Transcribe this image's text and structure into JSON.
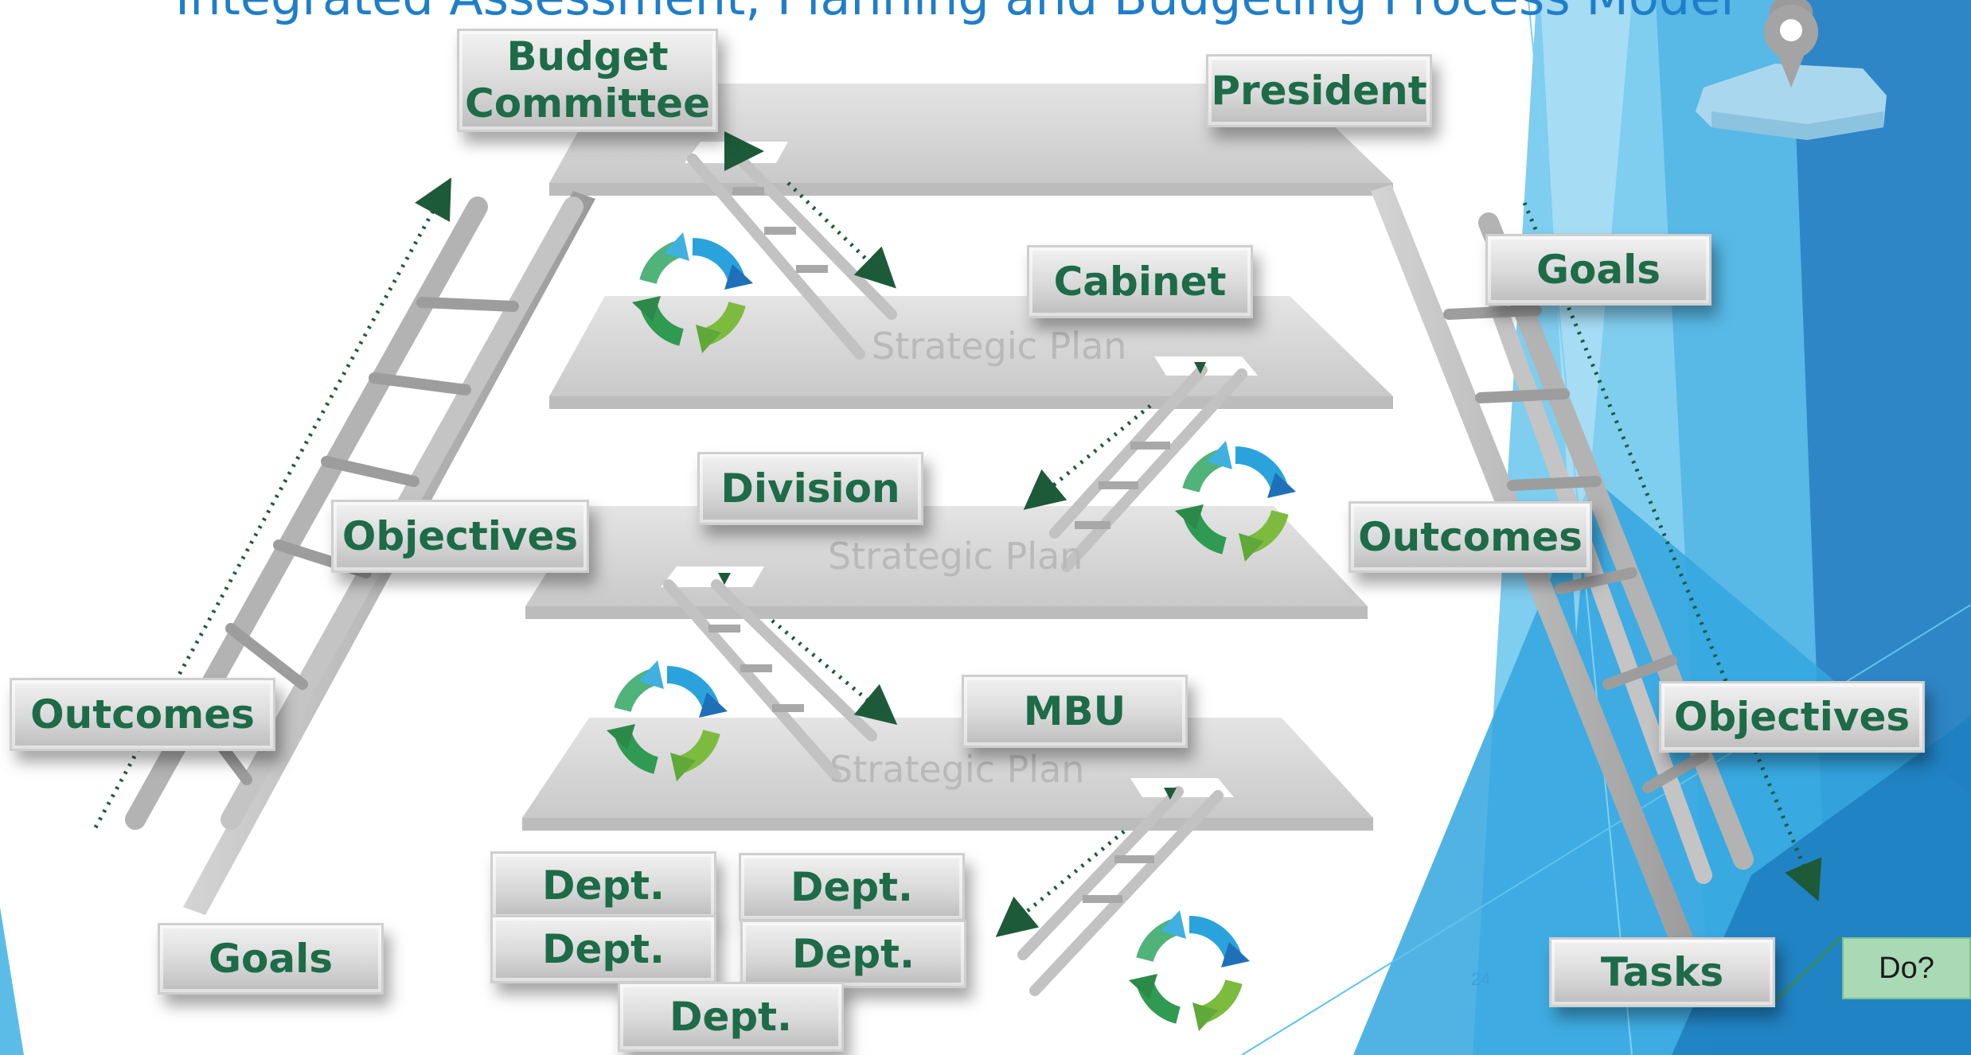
{
  "title": "Integrated Assessment, Planning and Budgeting Process Model",
  "boxes": {
    "budget_committee": "Budget Committee",
    "president": "President",
    "cabinet": "Cabinet",
    "division": "Division",
    "mbu": "MBU",
    "dept": "Dept.",
    "left_objectives": "Objectives",
    "left_outcomes": "Outcomes",
    "left_goals": "Goals",
    "right_goals": "Goals",
    "right_outcomes": "Outcomes",
    "right_objectives": "Objectives",
    "right_tasks": "Tasks"
  },
  "platform_label": "Strategic Plan",
  "page_number": "24",
  "do_button": "Do?",
  "colors": {
    "title": "#1f7ec9",
    "box_text": "#1d6b48",
    "dotted_arrow": "#1d5a3a",
    "accent_blue": "#2e8fd0"
  },
  "icons": [
    "map-pin-icon",
    "cycle-arrows-icon"
  ]
}
